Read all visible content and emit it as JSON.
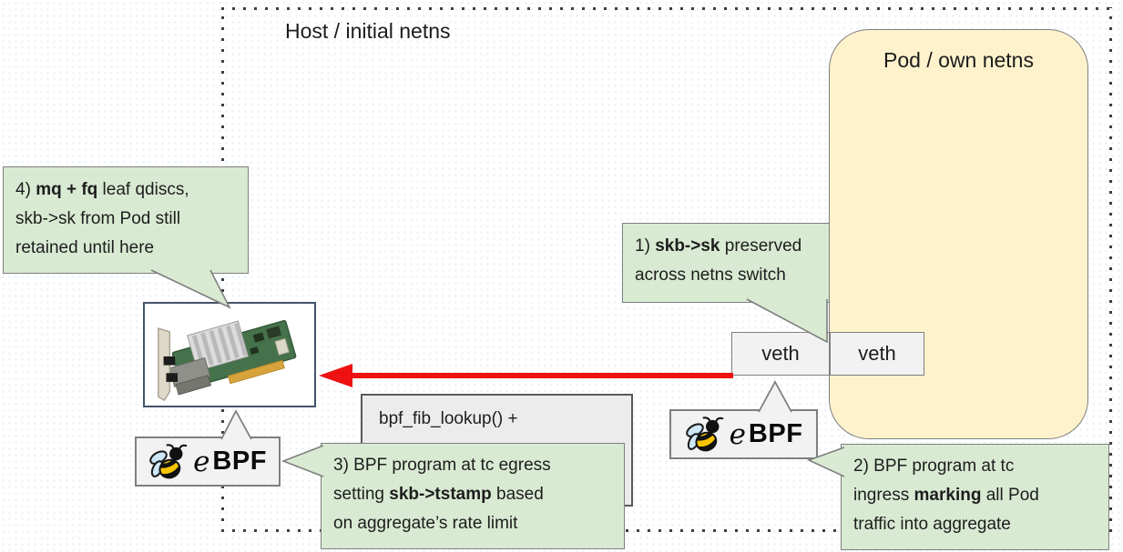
{
  "host": {
    "label": "Host / initial netns"
  },
  "pod": {
    "label": "Pod / own netns"
  },
  "veth": {
    "host_side": "veth",
    "pod_side": "veth"
  },
  "gray_box": {
    "label": "bpf_fib_lookup() +"
  },
  "ebpf_logo": {
    "e": "e",
    "bpf": "BPF"
  },
  "callouts": {
    "c1": {
      "p0": "1) ",
      "b1": "skb->sk",
      "p2": " preserved",
      "l2": "across netns switch"
    },
    "c2": {
      "l1": "2) BPF program at tc",
      "p1": "ingress ",
      "b1": "marking",
      "p2": " all Pod",
      "l3": "traffic into aggregate"
    },
    "c3": {
      "l1": "3) BPF program at tc egress",
      "p1": "setting ",
      "b1": "skb->tstamp",
      "p2": " based",
      "l3": "on aggregate’s rate limit"
    },
    "c4": {
      "p0": "4) ",
      "b1": "mq + fq",
      "p2": " leaf qdiscs,",
      "l2": "skb->sk from Pod still",
      "l3": "retained until here"
    }
  },
  "colors": {
    "callout_green": "#d9ead3",
    "box_border_gray": "#7f7f7f",
    "pod_fill": "#fdf2cc",
    "panel_gray": "#f2f2f2",
    "code_box_gray": "#ececec",
    "code_box_border": "#595959",
    "nic_box_border": "#44546a",
    "arrow_red": "#ee1111",
    "dotted_border": "#3f3f3f"
  }
}
